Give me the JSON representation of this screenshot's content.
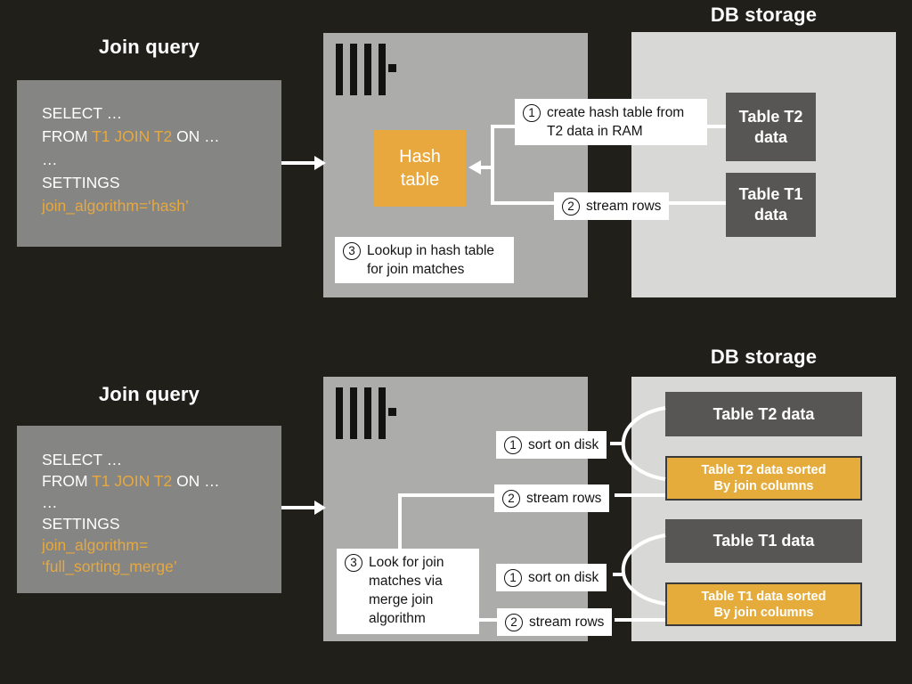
{
  "top": {
    "title": "Join query",
    "sql": {
      "l1": "SELECT …",
      "l2a": "FROM ",
      "l2b": "T1 JOIN T2",
      "l2c": " ON …",
      "l3": "…",
      "l4": "SETTINGS",
      "l5": "join_algorithm=‘hash’"
    },
    "hash_table_label": "Hash table",
    "callout1": {
      "num": "1",
      "text": "create hash table from T2 data in RAM"
    },
    "callout2": {
      "num": "2",
      "text": "stream rows"
    },
    "callout3": {
      "num": "3",
      "text": "Lookup in hash table for join matches"
    },
    "db": {
      "title": "DB storage",
      "t2_label": "Table T2 data",
      "t1_label": "Table T1 data"
    }
  },
  "bottom": {
    "title": "Join query",
    "sql": {
      "l1": "SELECT …",
      "l2a": "FROM ",
      "l2b": "T1 JOIN T2",
      "l2c": " ON …",
      "l3": "…",
      "l4": "SETTINGS",
      "l5": "join_algorithm=",
      "l6": "‘full_sorting_merge’"
    },
    "callout_sort1": {
      "num": "1",
      "text": "sort on disk"
    },
    "callout_stream1": {
      "num": "2",
      "text": "stream rows"
    },
    "callout_look": {
      "num": "3",
      "text": "Look for join matches via merge join algorithm"
    },
    "callout_sort2": {
      "num": "1",
      "text": "sort on disk"
    },
    "callout_stream2": {
      "num": "2",
      "text": "stream rows"
    },
    "db": {
      "title": "DB storage",
      "t2_label": "Table T2 data",
      "t2_sorted_line1": "Table T2 data sorted",
      "t2_sorted_line2": "By join columns",
      "t1_label": "Table T1 data",
      "t1_sorted_line1": "Table T1 data sorted",
      "t1_sorted_line2": "By join columns"
    }
  },
  "colors": {
    "background": "#201F1A",
    "query_box_gray": "#858583",
    "server_box_gray": "#ACACAA",
    "db_box_gray": "#D8D8D6",
    "table_box_dark": "#575655",
    "accent_orange": "#E8A83D",
    "sorted_box_orange": "#E5AC3C",
    "callout_white": "#FFFFFF",
    "text_white": "#FFFFFF",
    "text_black": "#141414"
  }
}
